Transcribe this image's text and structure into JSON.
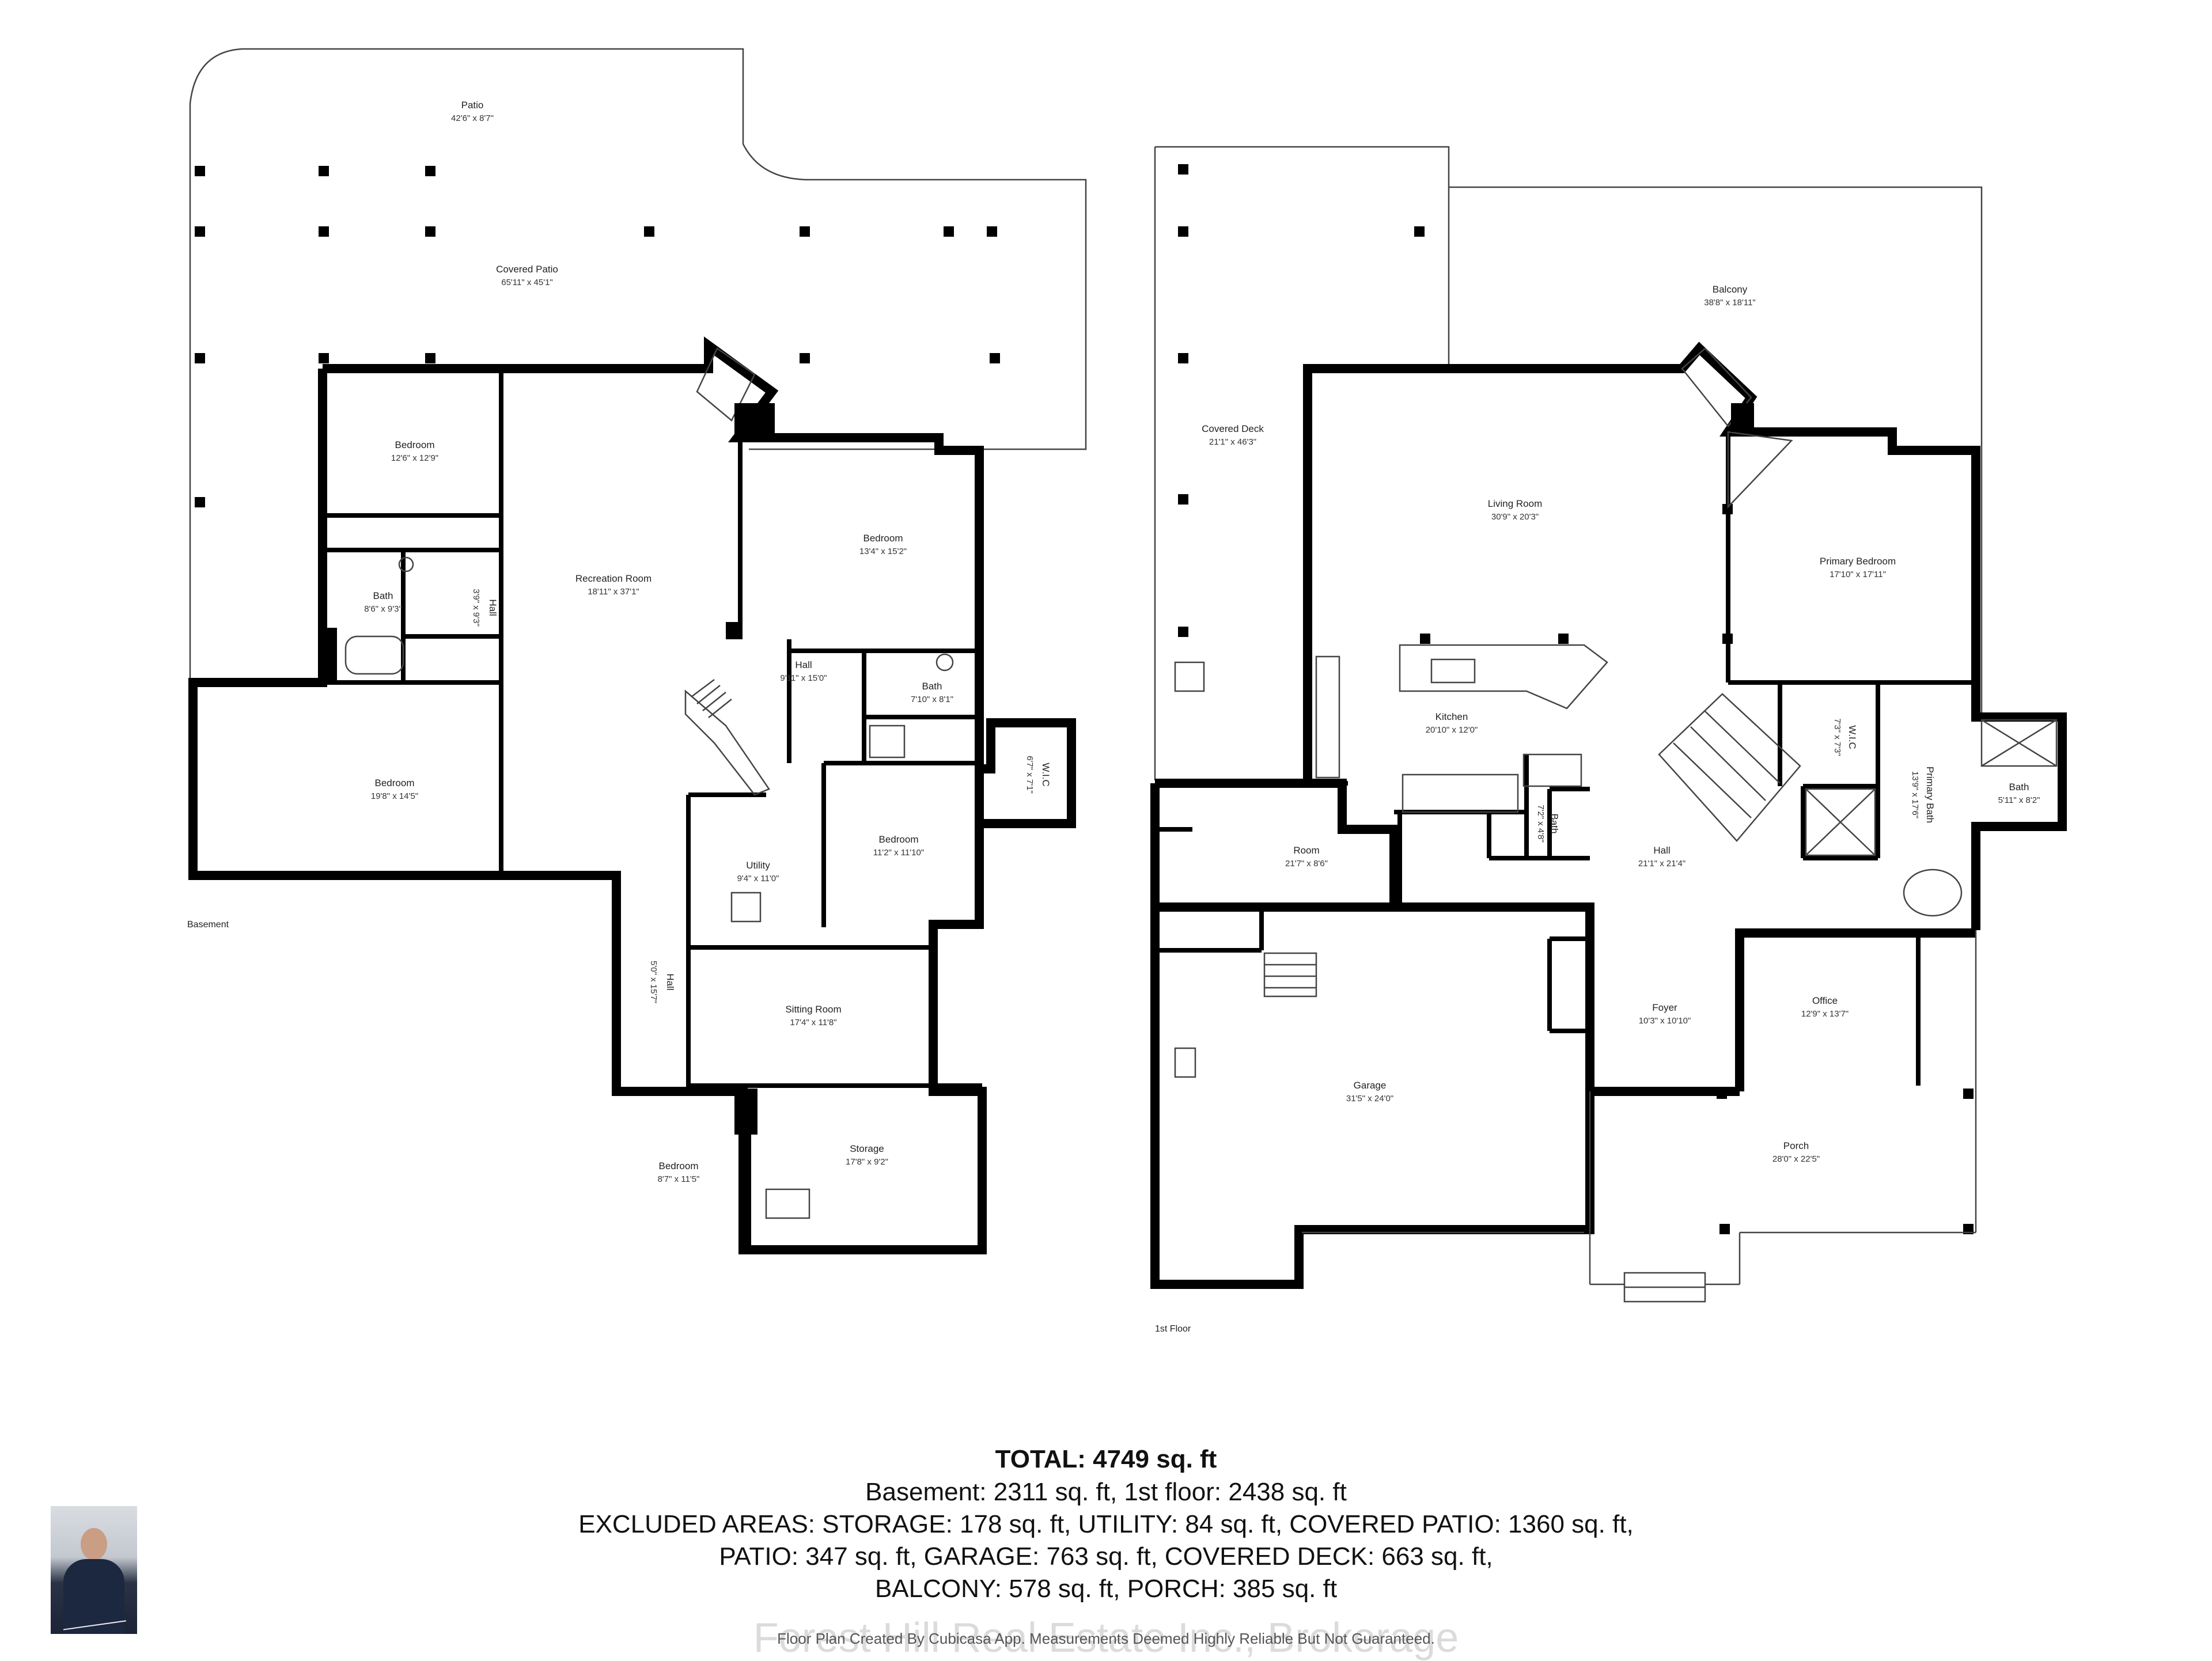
{
  "floors": [
    {
      "label": "Basement",
      "rooms": [
        {
          "name": "Patio",
          "dims": "42'6\" x 8'7\""
        },
        {
          "name": "Covered Patio",
          "dims": "65'11\" x 45'1\""
        },
        {
          "name": "Bedroom",
          "dims": "12'6\" x 12'9\""
        },
        {
          "name": "Bath",
          "dims": "8'6\" x 9'3\""
        },
        {
          "name": "Hall",
          "dims": "3'9\" x 9'3\""
        },
        {
          "name": "Recreation Room",
          "dims": "18'11\" x 37'1\""
        },
        {
          "name": "Bedroom",
          "dims": "13'4\" x 15'2\""
        },
        {
          "name": "Hall",
          "dims": "9'11\" x 15'0\""
        },
        {
          "name": "Bath",
          "dims": "7'10\" x 8'1\""
        },
        {
          "name": "W.I.C",
          "dims": "6'7\" x 7'1\""
        },
        {
          "name": "Bedroom",
          "dims": "19'8\" x 14'5\""
        },
        {
          "name": "Utility",
          "dims": "9'4\" x 11'0\""
        },
        {
          "name": "Bedroom",
          "dims": "11'2\" x 11'10\""
        },
        {
          "name": "Hall",
          "dims": "5'0\" x 15'7\""
        },
        {
          "name": "Sitting Room",
          "dims": "17'4\" x 11'8\""
        },
        {
          "name": "Bedroom",
          "dims": "8'7\" x 11'5\""
        },
        {
          "name": "Storage",
          "dims": "17'8\" x 9'2\""
        }
      ]
    },
    {
      "label": "1st Floor",
      "rooms": [
        {
          "name": "Covered Deck",
          "dims": "21'1\" x 46'3\""
        },
        {
          "name": "Balcony",
          "dims": "38'8\" x 18'11\""
        },
        {
          "name": "Living Room",
          "dims": "30'9\" x 20'3\""
        },
        {
          "name": "Primary Bedroom",
          "dims": "17'10\" x 17'11\""
        },
        {
          "name": "Kitchen",
          "dims": "20'10\" x 12'0\""
        },
        {
          "name": "W.I.C",
          "dims": "7'3\" x 7'3\""
        },
        {
          "name": "Primary Bath",
          "dims": "13'9\" x 17'6\""
        },
        {
          "name": "Bath",
          "dims": "5'11\" x 8'2\""
        },
        {
          "name": "Room",
          "dims": "21'7\" x 8'6\""
        },
        {
          "name": "Bath",
          "dims": "7'2\" x 4'8\""
        },
        {
          "name": "Hall",
          "dims": "21'1\" x 21'4\""
        },
        {
          "name": "Foyer",
          "dims": "10'3\" x 10'10\""
        },
        {
          "name": "Office",
          "dims": "12'9\" x 13'7\""
        },
        {
          "name": "Garage",
          "dims": "31'5\" x 24'0\""
        },
        {
          "name": "Porch",
          "dims": "28'0\" x 22'5\""
        }
      ]
    }
  ],
  "summary": {
    "total": "TOTAL: 4749 sq. ft",
    "lines": [
      "Basement: 2311 sq. ft, 1st floor: 2438 sq. ft",
      "EXCLUDED AREAS: STORAGE: 178 sq. ft, UTILITY: 84 sq. ft, COVERED PATIO: 1360 sq. ft,",
      "PATIO: 347 sq. ft, GARAGE: 763 sq. ft, COVERED DECK: 663 sq. ft,",
      "BALCONY: 578 sq. ft, PORCH: 385 sq. ft"
    ]
  },
  "credits": {
    "watermark": "Forest Hill Real Estate Inc., Brokerage",
    "disclaimer": "Floor Plan Created By Cubicasa App. Measurements Deemed Highly Reliable But Not Guaranteed."
  }
}
